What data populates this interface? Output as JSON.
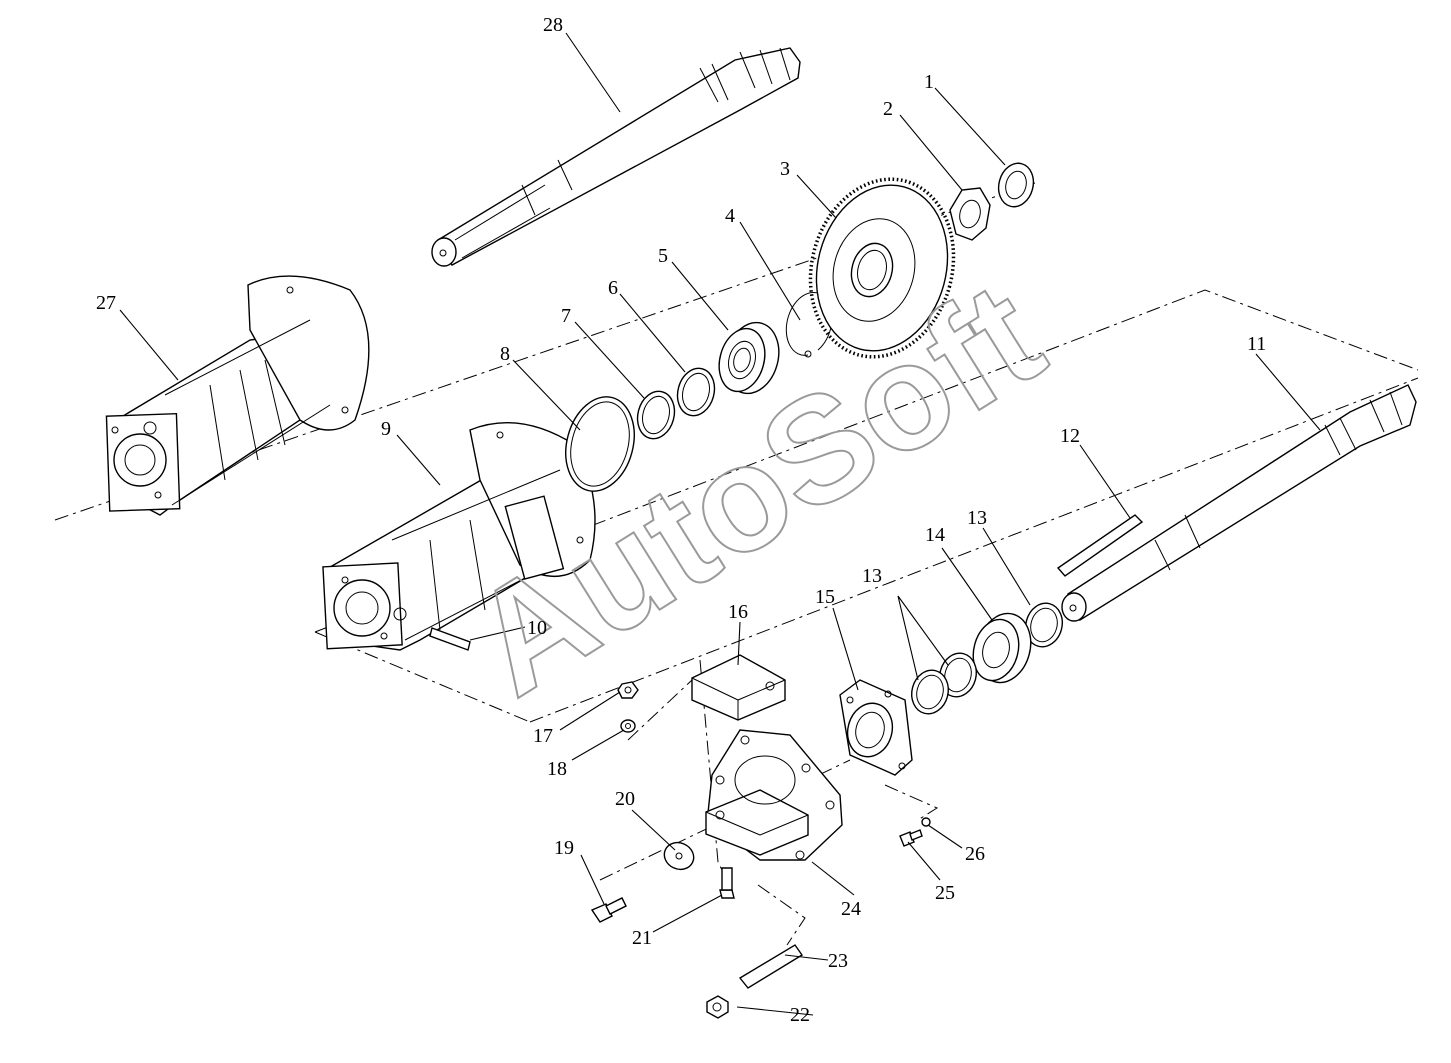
{
  "watermark": "AutoSoft",
  "callouts": {
    "p1": "1",
    "p2": "2",
    "p3": "3",
    "p4": "4",
    "p5": "5",
    "p6": "6",
    "p7": "7",
    "p8": "8",
    "p9": "9",
    "p10": "10",
    "p11": "11",
    "p12": "12",
    "p13a": "13",
    "p13b": "13",
    "p14": "14",
    "p15": "15",
    "p16": "16",
    "p17": "17",
    "p18": "18",
    "p19": "19",
    "p20": "20",
    "p21": "21",
    "p22": "22",
    "p23": "23",
    "p24": "24",
    "p25": "25",
    "p26": "26",
    "p27": "27",
    "p28": "28"
  }
}
